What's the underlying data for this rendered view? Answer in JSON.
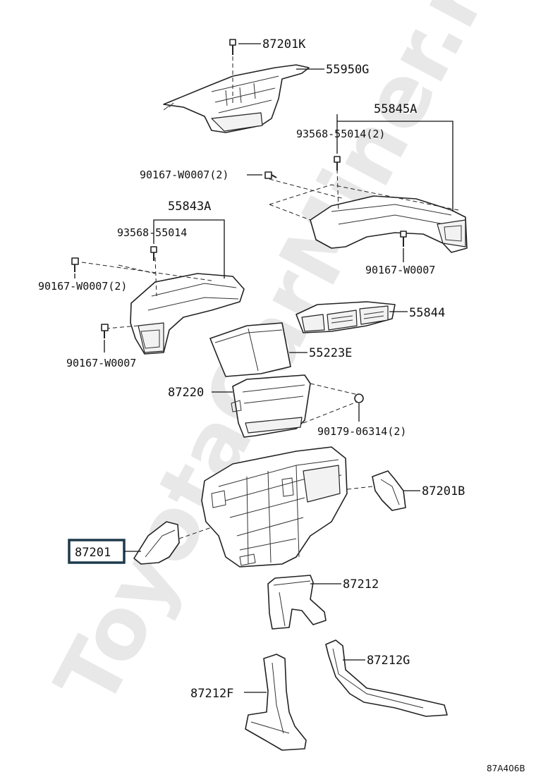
{
  "watermark": "ToyotaCarMiner.ru",
  "diagram_code": "87A406B",
  "labels": {
    "l87201K": "87201K",
    "l55950G": "55950G",
    "l55845A": "55845A",
    "l93568_55014_2": "93568-55014(2)",
    "l90167_W0007_2_top": "90167-W0007(2)",
    "l55843A": "55843A",
    "l93568_55014": "93568-55014",
    "l90167_W0007_2_left": "90167-W0007(2)",
    "l90167_W0007_right": "90167-W0007",
    "l55844": "55844",
    "l55223E": "55223E",
    "l90167_W0007_left": "90167-W0007",
    "l87220": "87220",
    "l90179_06314_2": "90179-06314(2)",
    "l87201B": "87201B",
    "l87201": "87201",
    "l87212": "87212",
    "l87212G": "87212G",
    "l87212F": "87212F"
  }
}
